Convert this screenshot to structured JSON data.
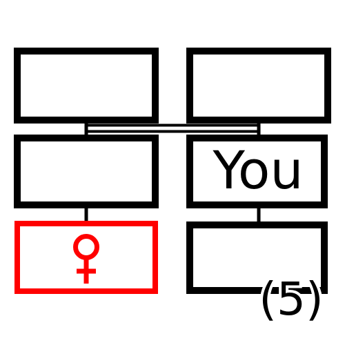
{
  "diagram": {
    "you_label": "You",
    "female_symbol": "♀",
    "count_label": "(5)",
    "colors": {
      "line": "#000000",
      "highlight": "#ff0000",
      "background": "#ffffff"
    },
    "boxes": [
      {
        "id": "top-left",
        "role": "grandparent"
      },
      {
        "id": "top-right",
        "role": "grandparent"
      },
      {
        "id": "middle-left",
        "role": "parent"
      },
      {
        "id": "middle-right",
        "role": "self"
      },
      {
        "id": "bottom-left",
        "role": "female-child",
        "highlighted": true
      },
      {
        "id": "bottom-right",
        "role": "child-group"
      }
    ]
  }
}
